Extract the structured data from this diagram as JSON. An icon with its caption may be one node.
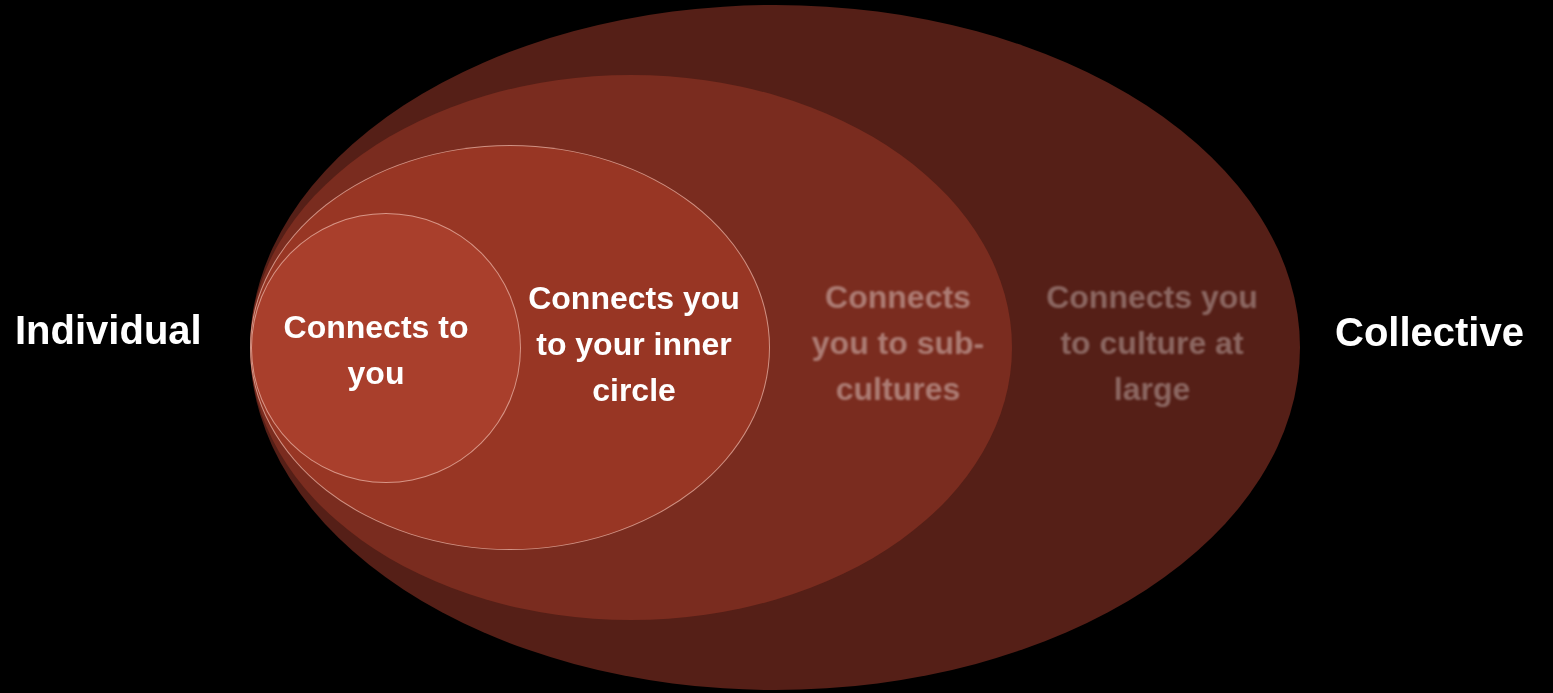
{
  "diagram": {
    "nodes": [
      {
        "text": [
          "Connects you to culture at large"
        ]
      },
      {
        "text": [
          "Connects you to sub-cultures"
        ],
        "in": 0
      },
      {
        "text": [
          "Connects you to your inner circle"
        ],
        "in": 1
      },
      {
        "text": [
          "Connects to you"
        ],
        "in": 2
      }
    ],
    "labels": [
      "Individual",
      "Collective"
    ]
  }
}
